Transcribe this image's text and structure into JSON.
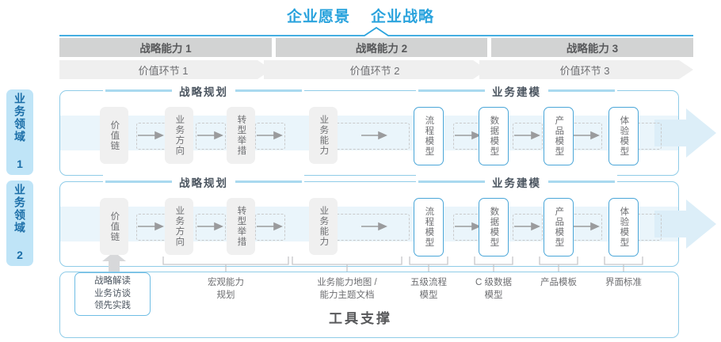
{
  "header": {
    "vision": "企业愿景",
    "strategy": "企业战略"
  },
  "capabilities": [
    {
      "label": "战略能力 1"
    },
    {
      "label": "战略能力 2"
    },
    {
      "label": "战略能力 3"
    }
  ],
  "value_chain": [
    {
      "label": "价值环节 1"
    },
    {
      "label": "价值环节 2"
    },
    {
      "label": "价值环节 3"
    }
  ],
  "domains": [
    {
      "label": "业务领域 1"
    },
    {
      "label": "业务领域 2"
    }
  ],
  "sections": [
    {
      "label": "战略规划"
    },
    {
      "label": "业务建模"
    }
  ],
  "steps": [
    {
      "label": "价值链",
      "style": "gray"
    },
    {
      "label": "业务方向",
      "style": "gray"
    },
    {
      "label": "转型举措",
      "style": "gray"
    },
    {
      "label": "业务能力",
      "style": "gray"
    },
    {
      "label": "流程模型",
      "style": "blue"
    },
    {
      "label": "数据模型",
      "style": "blue"
    },
    {
      "label": "产品模型",
      "style": "blue"
    },
    {
      "label": "体验模型",
      "style": "blue"
    }
  ],
  "tools": {
    "title": "工具支撑",
    "items": [
      {
        "lines": [
          "战略解读",
          "业务访谈",
          "领先实践"
        ],
        "boxed": true
      },
      {
        "lines": [
          "宏观能力",
          "规划"
        ],
        "boxed": false
      },
      {
        "lines": [
          "业务能力地图 /",
          "能力主题文档"
        ],
        "boxed": false
      },
      {
        "lines": [
          "五级流程",
          "模型"
        ],
        "boxed": false
      },
      {
        "lines": [
          "C 级数据",
          "模型"
        ],
        "boxed": false
      },
      {
        "lines": [
          "产品模板"
        ],
        "boxed": false
      },
      {
        "lines": [
          "界面标准"
        ],
        "boxed": false
      }
    ]
  },
  "colors": {
    "accent_blue": "#2aa3dd",
    "panel_border": "#8fcce8",
    "band": "#eaf5fb",
    "bar_gray": "#d2d3d3",
    "bar_light": "#efefef",
    "text_gray": "#6d6e71",
    "domain_bg": "#bfe4f7",
    "domain_text": "#1b6ea8"
  }
}
